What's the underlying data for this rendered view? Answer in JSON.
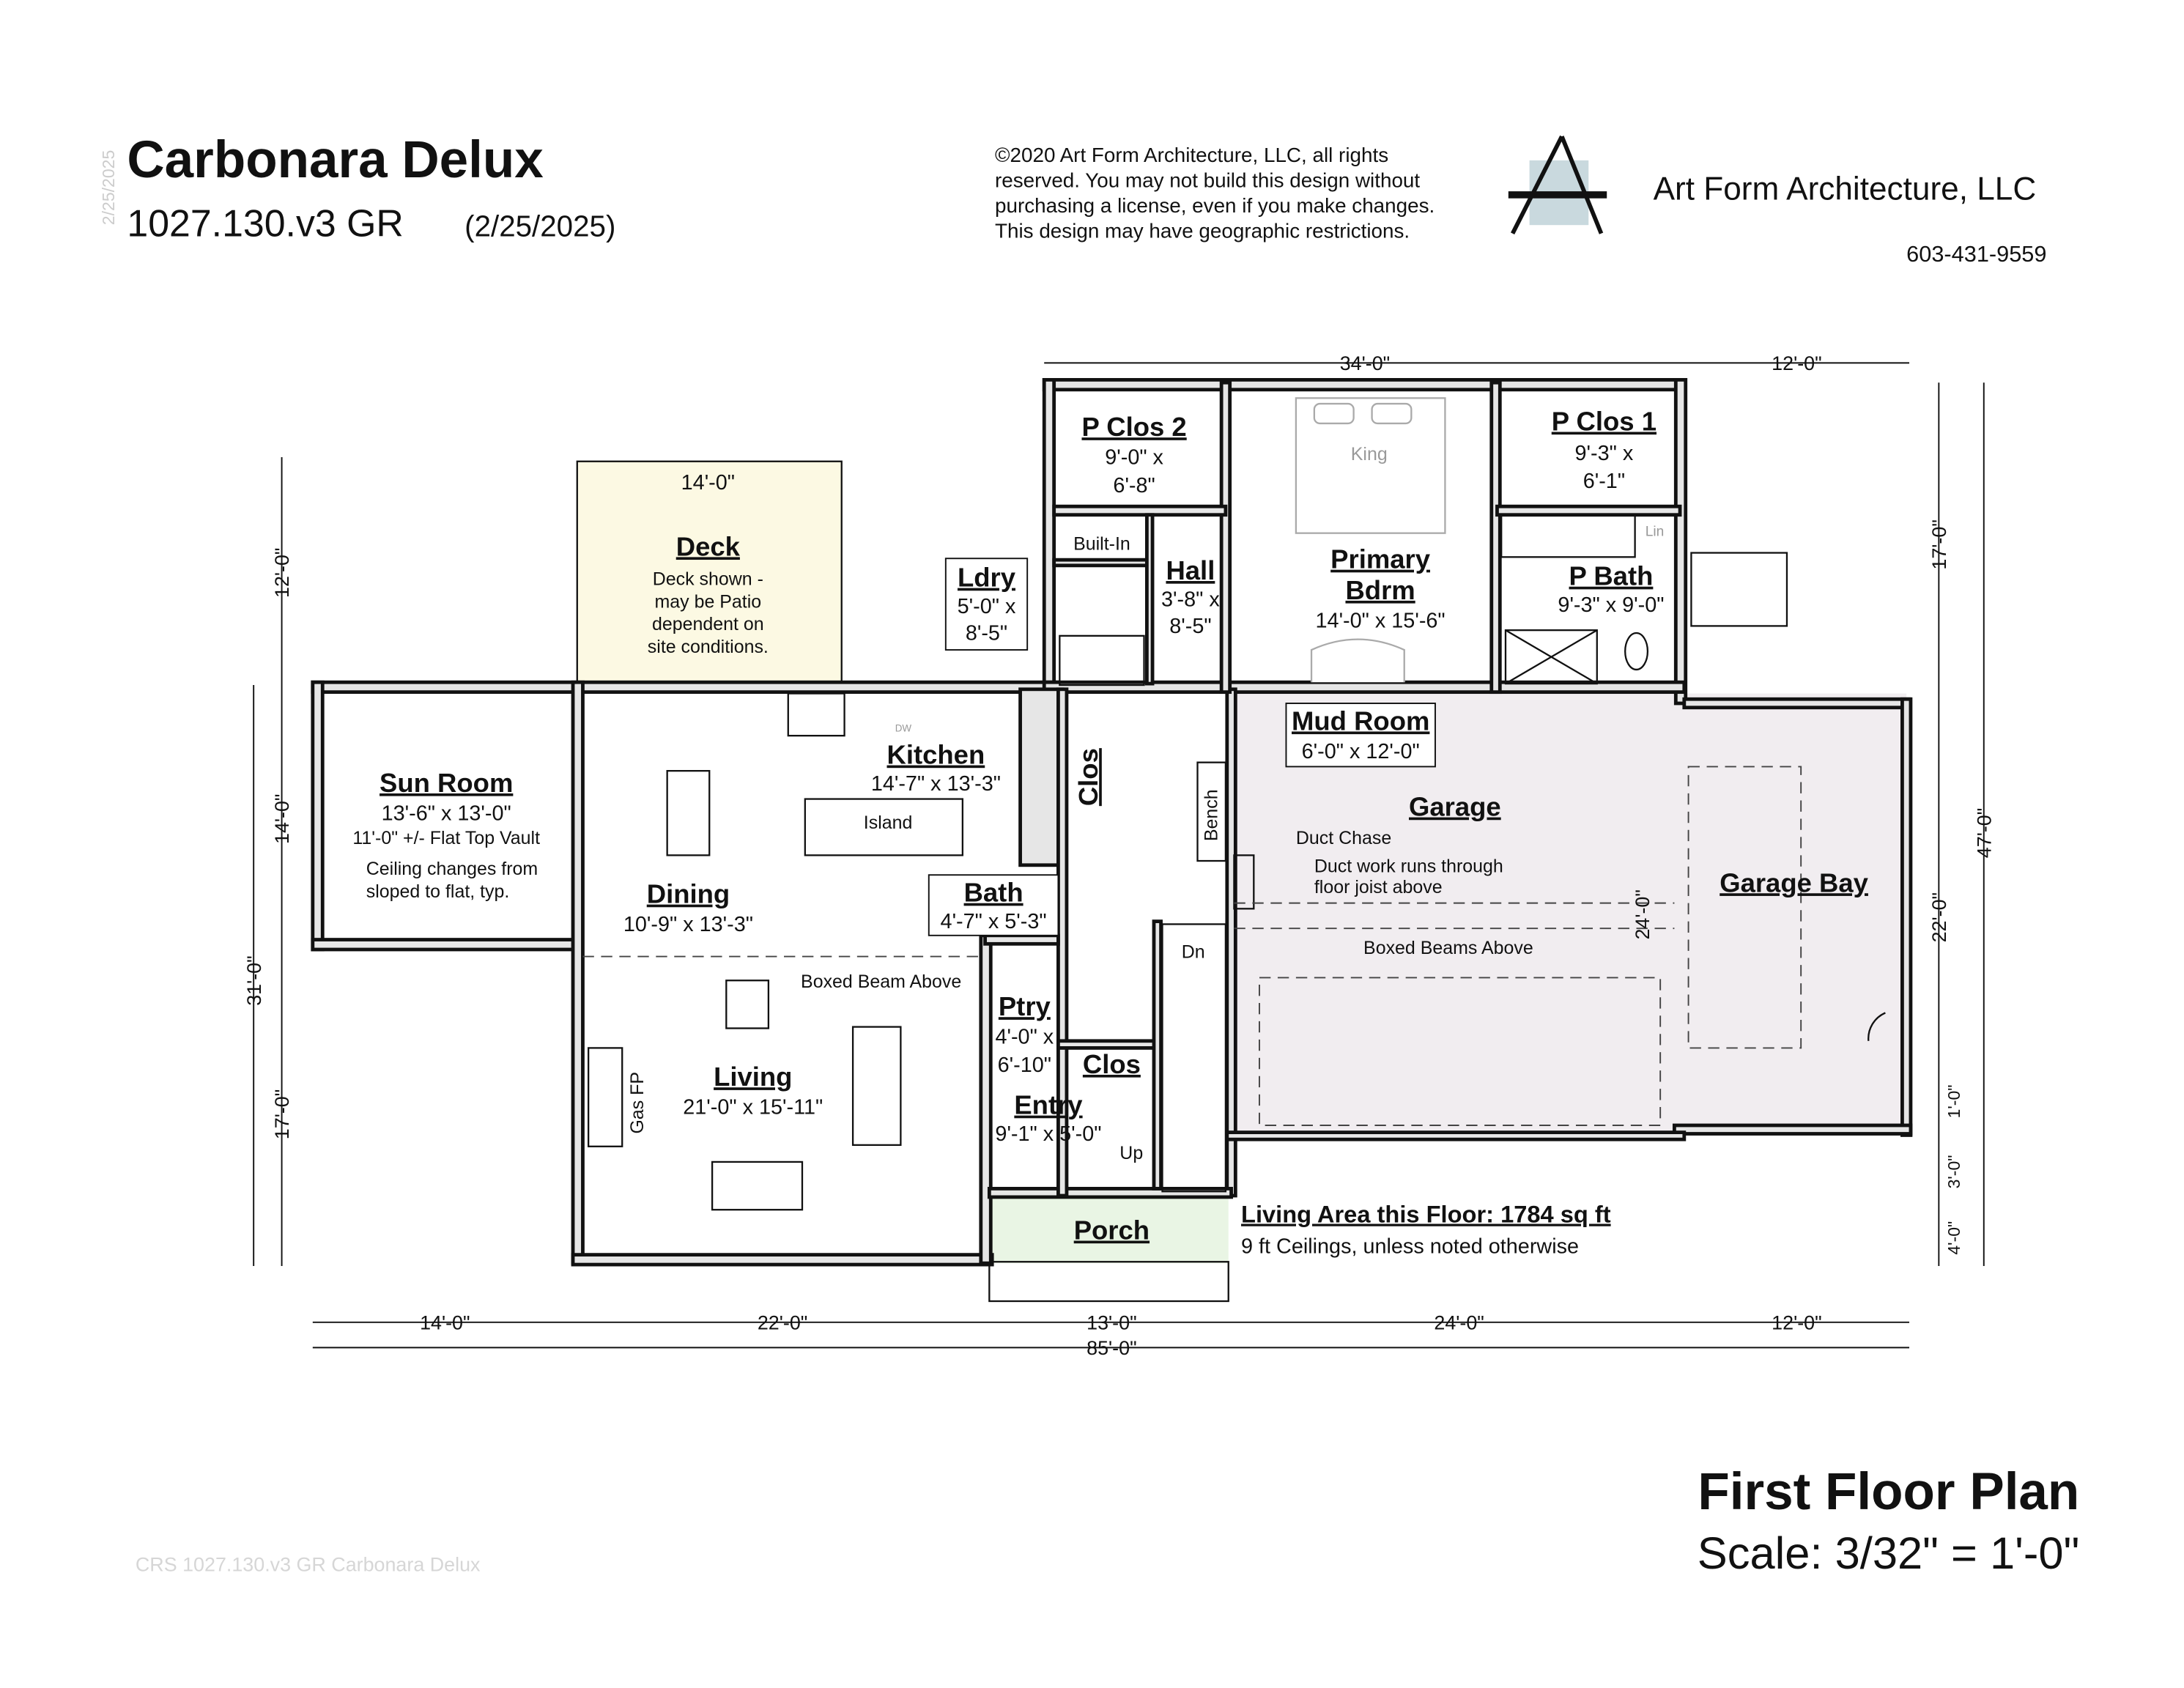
{
  "header": {
    "title": "Carbonara Delux",
    "plan_number": "1027.130.v3 GR",
    "date": "(2/25/2025)",
    "side_date": "2/25/2025",
    "copyright_lines": [
      "©2020 Art Form Architecture, LLC, all rights",
      "reserved. You may not build this design without",
      "purchasing a license, even if you make changes.",
      "This design may have geographic restrictions."
    ],
    "firm": "Art Form Architecture, LLC",
    "phone": "603-431-9559"
  },
  "colors": {
    "deck": "#fcf9e3",
    "porch": "#e9f5e4",
    "garage": "#f1edf0",
    "logo": "#c9d9de"
  },
  "rooms": {
    "deck": {
      "name": "Deck",
      "note": [
        "Deck shown -",
        "may be Patio",
        "dependent on",
        "site conditions."
      ],
      "width_dim": "14'-0\""
    },
    "sun_room": {
      "name": "Sun Room",
      "dims": "13'-6\" x 13'-0\"",
      "note": "11'-0\" +/- Flat Top Vault",
      "note2": [
        "Ceiling changes from",
        "sloped to flat, typ."
      ]
    },
    "dining": {
      "name": "Dining",
      "dims": "10'-9\" x 13'-3\""
    },
    "kitchen": {
      "name": "Kitchen",
      "dims": "14'-7\" x 13'-3\"",
      "island": "Island",
      "dw": "DW"
    },
    "living": {
      "name": "Living",
      "dims": "21'-0\" x 15'-11\"",
      "fireplace": "Gas FP"
    },
    "ldry": {
      "name": "Ldry",
      "dims": [
        "5'-0\" x",
        "8'-5\""
      ]
    },
    "hall": {
      "name": "Hall",
      "dims": [
        "3'-8\" x",
        "8'-5\""
      ],
      "builtin": "Built-In"
    },
    "p_clos_2": {
      "name": "P Clos 2",
      "dims": [
        "9'-0\" x",
        "6'-8\""
      ]
    },
    "primary": {
      "name": [
        "Primary",
        "Bdrm"
      ],
      "dims": "14'-0\" x 15'-6\"",
      "bed": "King"
    },
    "p_clos_1": {
      "name": "P Clos 1",
      "dims": [
        "9'-3\" x",
        "6'-1\""
      ]
    },
    "p_bath": {
      "name": "P Bath",
      "dims": "9'-3\" x 9'-0\"",
      "lin": "Lin"
    },
    "clos_upper": {
      "name": "Clos"
    },
    "mud_room": {
      "name": "Mud Room",
      "dims": "6'-0\" x 12'-0\"",
      "bench": "Bench"
    },
    "bath": {
      "name": "Bath",
      "dims": "4'-7\" x 5'-3\""
    },
    "ptry": {
      "name": "Ptry",
      "dims": [
        "4'-0\" x",
        "6'-10\""
      ]
    },
    "clos_lower": {
      "name": "Clos"
    },
    "entry": {
      "name": "Entry",
      "dims": "9'-1\" x 5'-0\""
    },
    "stairs": {
      "down": "Dn",
      "up": "Up"
    },
    "porch": {
      "name": "Porch"
    },
    "garage": {
      "name": "Garage",
      "height_dim": "24'-0\""
    },
    "garage_bay": {
      "name": "Garage Bay"
    }
  },
  "notes": {
    "boxed_beam": "Boxed Beam Above",
    "boxed_beams": "Boxed Beams Above",
    "duct_chase": "Duct Chase",
    "duct_work": [
      "Duct work runs through",
      "floor joist above"
    ],
    "living_area": "Living Area this Floor: 1784 sq ft",
    "ceilings": "9 ft Ceilings, unless noted otherwise"
  },
  "dimensions": {
    "top": [
      "34'-0\"",
      "12'-0\""
    ],
    "bottom": [
      "14'-0\"",
      "22'-0\"",
      "13'-0\"",
      "24'-0\"",
      "12'-0\""
    ],
    "overall_width": "85'-0\"",
    "left": [
      "12'-0\"",
      "14'-0\"",
      "17'-0\""
    ],
    "left_overall": "31'-0\"",
    "right": [
      "17'-0\"",
      "22'-0\"",
      "1'-0\"",
      "3'-0\"",
      "4'-0\""
    ],
    "right_overall": "47'-0\""
  },
  "footer": {
    "plan_title": "First Floor Plan",
    "scale": "Scale: 3/32\" = 1'-0\"",
    "watermark": "CRS 1027.130.v3 GR Carbonara Delux"
  }
}
